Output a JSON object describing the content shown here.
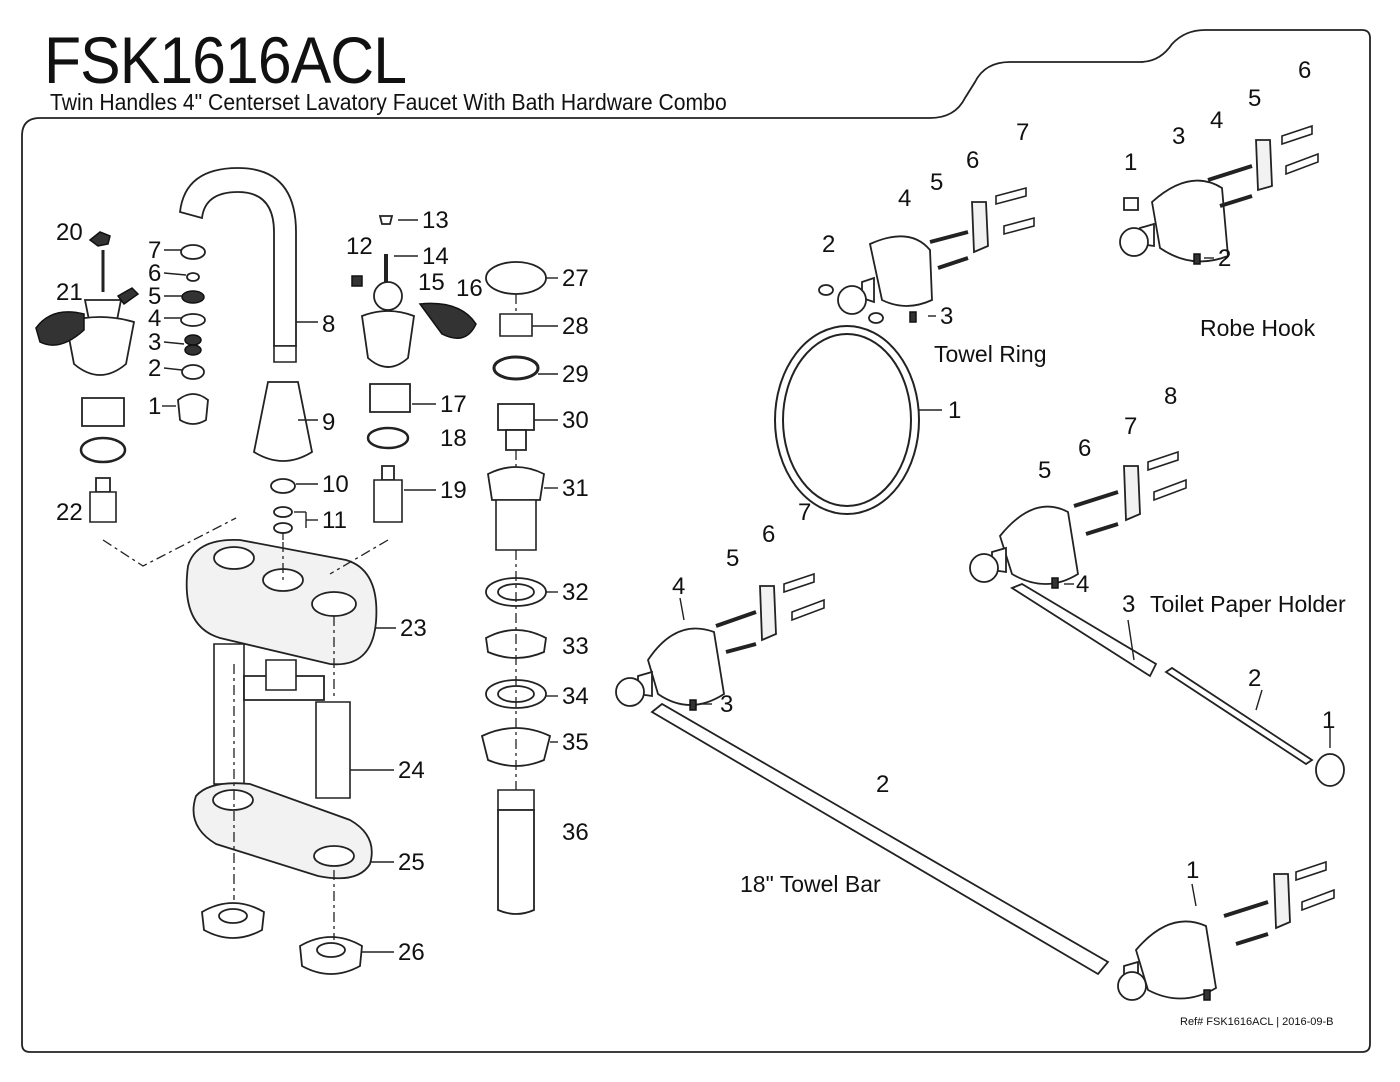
{
  "header": {
    "title": "FSK1616ACL",
    "subtitle": "Twin Handles 4\" Centerset Lavatory Faucet With Bath Hardware Combo"
  },
  "footer": {
    "ref": "Ref# FSK1616ACL | 2016-09-B"
  },
  "faucet": {
    "callouts": [
      "1",
      "2",
      "3",
      "4",
      "5",
      "6",
      "7",
      "8",
      "9",
      "10",
      "11",
      "12",
      "13",
      "14",
      "15",
      "16",
      "17",
      "18",
      "19",
      "20",
      "21",
      "22",
      "23",
      "24",
      "25",
      "26",
      "27",
      "28",
      "29",
      "30",
      "31",
      "32",
      "33",
      "34",
      "35",
      "36"
    ]
  },
  "towel_ring": {
    "caption": "Towel Ring",
    "callouts": [
      "1",
      "2",
      "3",
      "4",
      "5",
      "6",
      "7"
    ]
  },
  "robe_hook": {
    "caption": "Robe Hook",
    "callouts": [
      "1",
      "2",
      "3",
      "4",
      "5",
      "6"
    ]
  },
  "toilet_paper_holder": {
    "caption": "Toilet Paper Holder",
    "callouts": [
      "1",
      "2",
      "3",
      "4",
      "5",
      "6",
      "7",
      "8"
    ]
  },
  "towel_bar": {
    "caption": "18\" Towel Bar",
    "callouts": [
      "1",
      "2",
      "3",
      "4",
      "5",
      "6",
      "7"
    ]
  }
}
